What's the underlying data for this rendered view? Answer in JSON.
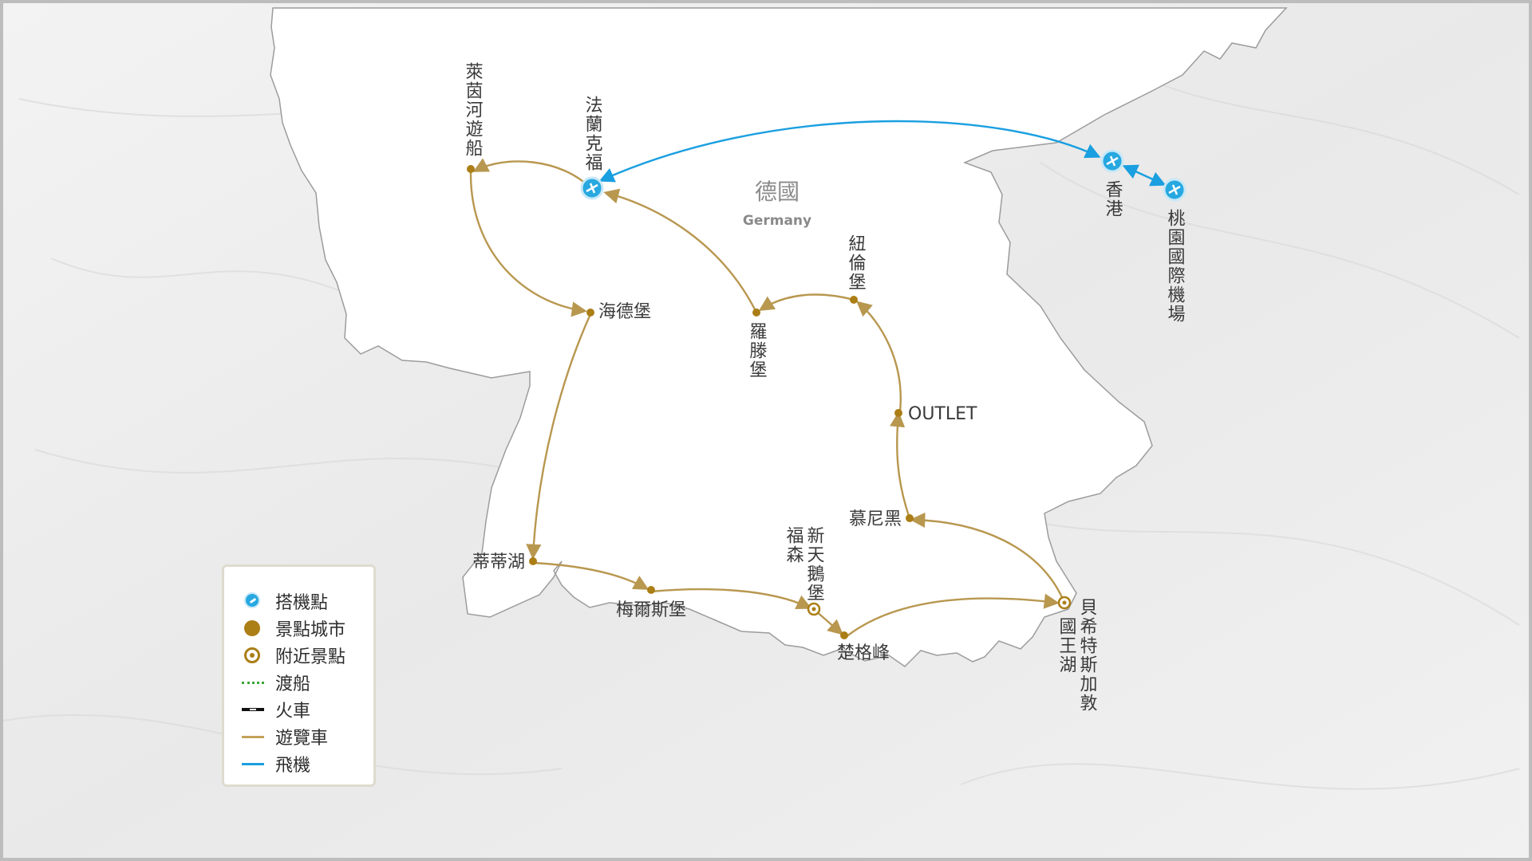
{
  "country": {
    "name_zh": "德國",
    "name_en": "Germany"
  },
  "colors": {
    "route_bus": "#b8974f",
    "route_plane": "#1a9fe0",
    "city": "#ab7e16",
    "airport": "#27a8e0",
    "ferry": "#3aa63a",
    "train": "#111111"
  },
  "places": {
    "frankfurt": "法蘭克福",
    "rhine_cruise": "萊茵河遊船",
    "heidelberg": "海德堡",
    "titisee": "蒂蒂湖",
    "meersburg": "梅爾斯堡",
    "fussen": "福森",
    "neuschwanstein": "新天鵝堡",
    "zugspitze": "楚格峰",
    "berchtesgaden": "貝希特斯加敦",
    "konigssee": "國王湖",
    "munich": "慕尼黑",
    "outlet": "OUTLET",
    "nuremberg": "紐倫堡",
    "rothenburg": "羅滕堡",
    "hong_kong": "香港",
    "taoyuan": "桃園國際機場"
  },
  "legend": {
    "items": [
      {
        "symbol": "airport-icon",
        "label": "搭機點"
      },
      {
        "symbol": "city-dot-icon",
        "label": "景點城市"
      },
      {
        "symbol": "nearby-attraction-icon",
        "label": "附近景點"
      },
      {
        "symbol": "ferry-line-icon",
        "label": "渡船"
      },
      {
        "symbol": "train-line-icon",
        "label": "火車"
      },
      {
        "symbol": "bus-line-icon",
        "label": "遊覽車"
      },
      {
        "symbol": "plane-line-icon",
        "label": "飛機"
      }
    ]
  }
}
